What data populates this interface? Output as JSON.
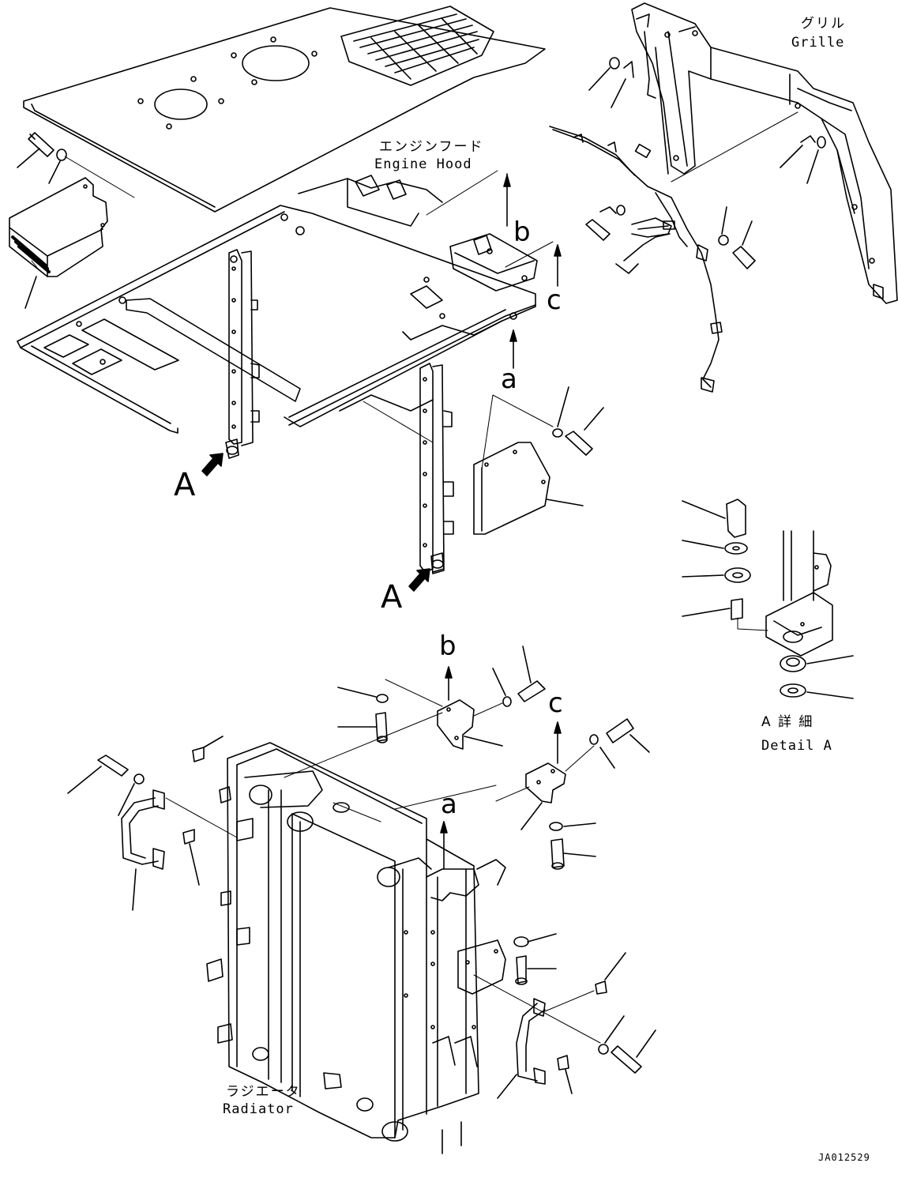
{
  "labels": {
    "grille_jp": "グリル",
    "grille_en": "Grille",
    "engine_hood_jp": "エンジンフード",
    "engine_hood_en": "Engine Hood",
    "radiator_jp": "ラジエータ",
    "radiator_en": "Radiator",
    "detail_jp": "A 詳 細",
    "detail_en": "Detail A",
    "drawing_code": "JA012529"
  },
  "callouts": {
    "A_left": "A",
    "A_right": "A",
    "a_top": "a",
    "b_top": "b",
    "c_top": "c",
    "a_bottom": "a",
    "b_bottom": "b",
    "c_bottom": "c"
  }
}
